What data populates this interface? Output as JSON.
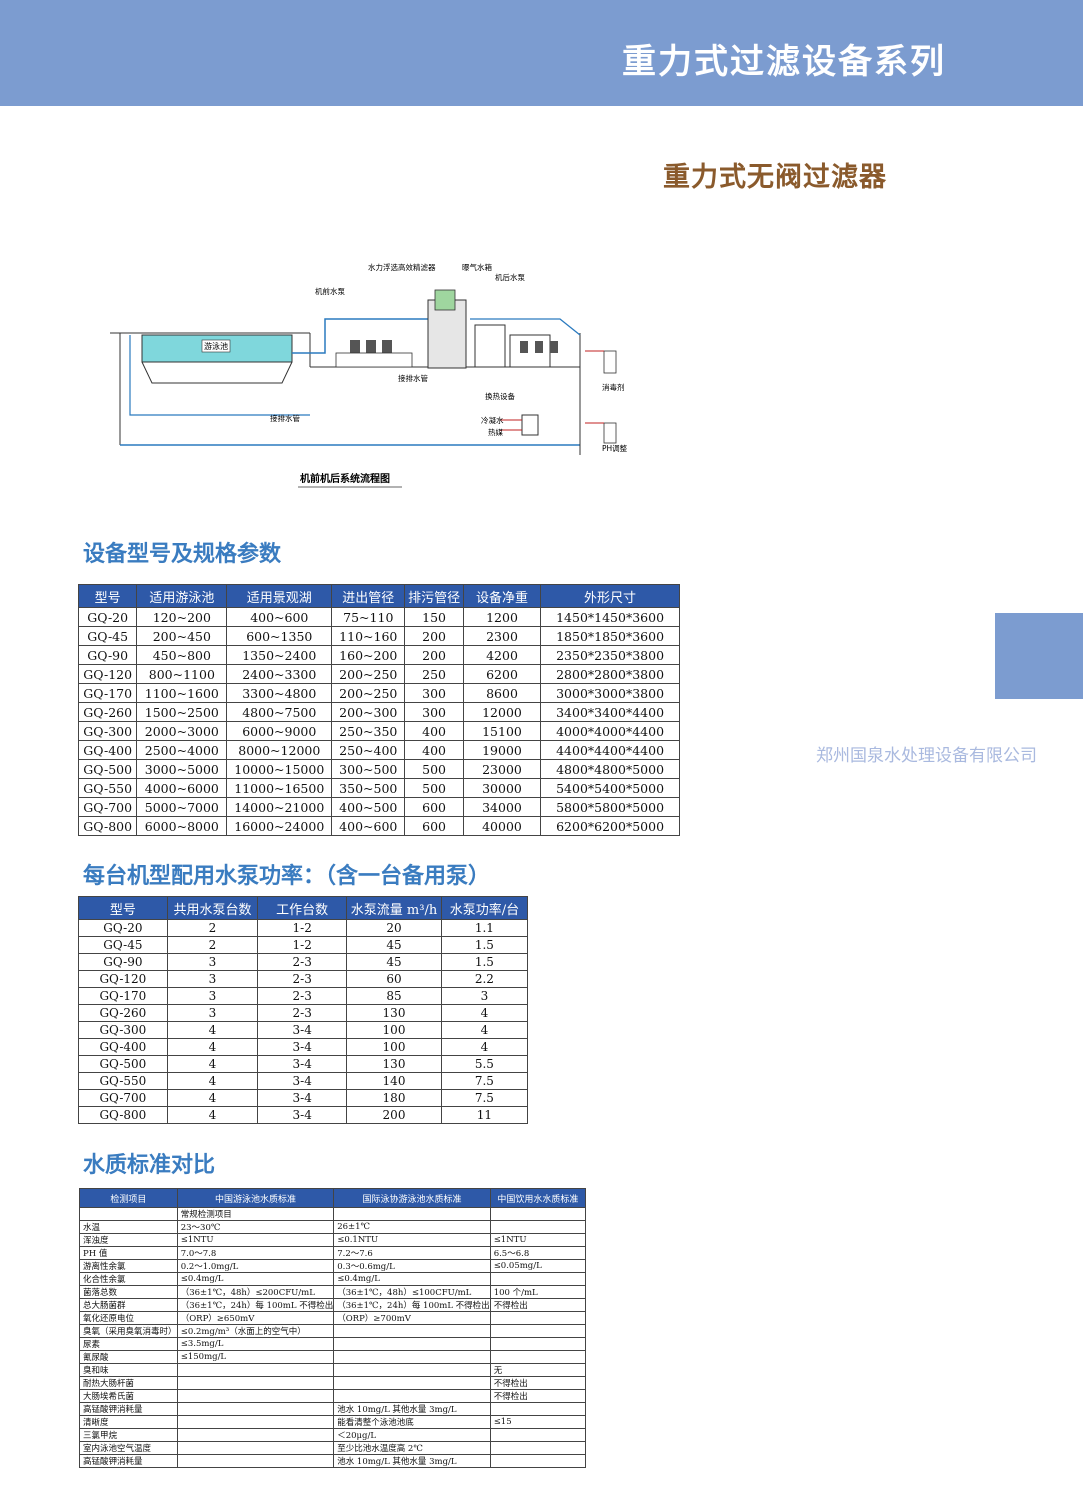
{
  "header": {
    "title": "重力式过滤设备系列"
  },
  "subtitle": "重力式无阀过滤器",
  "company": "郑州国泉水处理设备有限公司",
  "diagram": {
    "caption": "机前机后系统流程图",
    "labels": {
      "sand_filter": "水力浮选高效精滤器",
      "aeration": "曝气水箱",
      "post_pump": "机后水泵",
      "pre_pump": "机前水泵",
      "pool": "游泳池",
      "drain1": "接排水管",
      "drain2": "接排水管",
      "heat_exchange": "换热设备",
      "cold_water": "冷凝水",
      "heat_steam": "热媒",
      "disinfectant": "消毒剂",
      "ph": "PH调整"
    }
  },
  "section1": {
    "title": "设备型号及规格参数"
  },
  "specs": {
    "headers": [
      "型号",
      "适用游泳池",
      "适用景观湖",
      "进出管径",
      "排污管径",
      "设备净重",
      "外形尺寸"
    ],
    "rows": [
      [
        "GQ-20",
        "120~200",
        "400~600",
        "75~110",
        "150",
        "1200",
        "1450*1450*3600"
      ],
      [
        "GQ-45",
        "200~450",
        "600~1350",
        "110~160",
        "200",
        "2300",
        "1850*1850*3600"
      ],
      [
        "GQ-90",
        "450~800",
        "1350~2400",
        "160~200",
        "200",
        "4200",
        "2350*2350*3800"
      ],
      [
        "GQ-120",
        "800~1100",
        "2400~3300",
        "200~250",
        "250",
        "6200",
        "2800*2800*3800"
      ],
      [
        "GQ-170",
        "1100~1600",
        "3300~4800",
        "200~250",
        "300",
        "8600",
        "3000*3000*3800"
      ],
      [
        "GQ-260",
        "1500~2500",
        "4800~7500",
        "200~300",
        "300",
        "12000",
        "3400*3400*4400"
      ],
      [
        "GQ-300",
        "2000~3000",
        "6000~9000",
        "250~350",
        "400",
        "15100",
        "4000*4000*4400"
      ],
      [
        "GQ-400",
        "2500~4000",
        "8000~12000",
        "250~400",
        "400",
        "19000",
        "4400*4400*4400"
      ],
      [
        "GQ-500",
        "3000~5000",
        "10000~15000",
        "300~500",
        "500",
        "23000",
        "4800*4800*5000"
      ],
      [
        "GQ-550",
        "4000~6000",
        "11000~16500",
        "350~500",
        "500",
        "30000",
        "5400*5400*5000"
      ],
      [
        "GQ-700",
        "5000~7000",
        "14000~21000",
        "400~500",
        "600",
        "34000",
        "5800*5800*5000"
      ],
      [
        "GQ-800",
        "6000~8000",
        "16000~24000",
        "400~600",
        "600",
        "40000",
        "6200*6200*5000"
      ]
    ]
  },
  "section2": {
    "title": "每台机型配用水泵功率：（含一台备用泵）"
  },
  "pumps": {
    "headers": [
      "型号",
      "共用水泵台数",
      "工作台数",
      "水泵流量 m³/h",
      "水泵功率/台"
    ],
    "rows": [
      [
        "GQ-20",
        "2",
        "1-2",
        "20",
        "1.1"
      ],
      [
        "GQ-45",
        "2",
        "1-2",
        "45",
        "1.5"
      ],
      [
        "GQ-90",
        "3",
        "2-3",
        "45",
        "1.5"
      ],
      [
        "GQ-120",
        "3",
        "2-3",
        "60",
        "2.2"
      ],
      [
        "GQ-170",
        "3",
        "2-3",
        "85",
        "3"
      ],
      [
        "GQ-260",
        "3",
        "2-3",
        "130",
        "4"
      ],
      [
        "GQ-300",
        "4",
        "3-4",
        "100",
        "4"
      ],
      [
        "GQ-400",
        "4",
        "3-4",
        "100",
        "4"
      ],
      [
        "GQ-500",
        "4",
        "3-4",
        "130",
        "5.5"
      ],
      [
        "GQ-550",
        "4",
        "3-4",
        "140",
        "7.5"
      ],
      [
        "GQ-700",
        "4",
        "3-4",
        "180",
        "7.5"
      ],
      [
        "GQ-800",
        "4",
        "3-4",
        "200",
        "11"
      ]
    ]
  },
  "section3": {
    "title": "水质标准对比"
  },
  "quality": {
    "headers": [
      "检测项目",
      "中国游泳池水质标准",
      "国际泳协游泳池水质标准",
      "中国饮用水水质标准"
    ],
    "subheader": "常规检测项目",
    "rows": [
      [
        "水温",
        "23～30℃",
        "26±1℃",
        ""
      ],
      [
        "浑浊度",
        "≤1NTU",
        "≤0.1NTU",
        "≤1NTU"
      ],
      [
        "PH 值",
        "7.0～7.8",
        "7.2～7.6",
        "6.5～6.8"
      ],
      [
        "游离性余氯",
        "0.2～1.0mg/L",
        "0.3～0.6mg/L",
        "≤0.05mg/L"
      ],
      [
        "化合性余氯",
        "≤0.4mg/L",
        "≤0.4mg/L",
        ""
      ],
      [
        "菌落总数",
        "（36±1℃，48h）≤200CFU/mL",
        "（36±1℃，48h）≤100CFU/mL",
        "100 个/mL"
      ],
      [
        "总大肠菌群",
        "（36±1℃，24h）每 100mL 不得检出",
        "（36±1℃，24h）每 100mL 不得检出",
        "不得检出"
      ],
      [
        "氧化还原电位",
        "（ORP）≥650mV",
        "（ORP）≥700mV",
        ""
      ],
      [
        "臭氧（采用臭氧消毒时）",
        "≤0.2mg/m³（水面上的空气中）",
        "",
        ""
      ],
      [
        "尿素",
        "≤3.5mg/L",
        "",
        ""
      ],
      [
        "氰尿酸",
        "≤150mg/L",
        "",
        ""
      ],
      [
        "臭和味",
        "",
        "",
        "无"
      ],
      [
        "耐热大肠杆菌",
        "",
        "",
        "不得检出"
      ],
      [
        "大肠埃希氏菌",
        "",
        "",
        "不得检出"
      ],
      [
        "高锰酸钾消耗量",
        "",
        "池水 10mg/L 其他水量 3mg/L",
        ""
      ],
      [
        "清晰度",
        "",
        "能看清整个泳池池底",
        "≤15"
      ],
      [
        "三氯甲烷",
        "",
        "＜20μg/L",
        ""
      ],
      [
        "室内泳池空气温度",
        "",
        "至少比池水温度高 2℃",
        ""
      ],
      [
        "高锰酸钾消耗量",
        "",
        "池水 10mg/L 其他水量 3mg/L",
        ""
      ]
    ]
  }
}
